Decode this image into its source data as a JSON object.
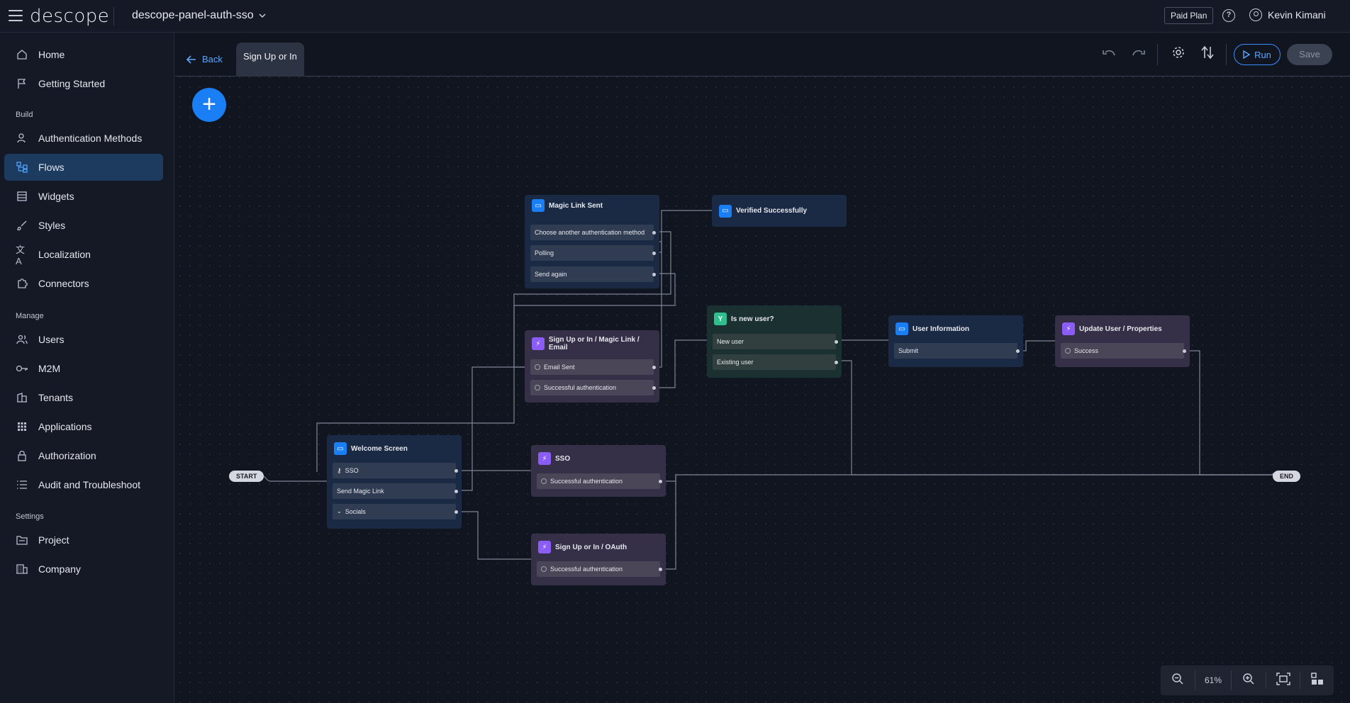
{
  "header": {
    "logo_text": "descope",
    "project_name": "descope-panel-auth-sso",
    "plan_badge": "Paid Plan",
    "user_name": "Kevin Kimani"
  },
  "sidebar": {
    "items_top": [
      {
        "label": "Home",
        "icon": "home-icon"
      },
      {
        "label": "Getting Started",
        "icon": "flag-icon"
      }
    ],
    "section_build": "Build",
    "items_build": [
      {
        "label": "Authentication Methods",
        "icon": "user-key-icon"
      },
      {
        "label": "Flows",
        "icon": "flows-icon",
        "active": true
      },
      {
        "label": "Widgets",
        "icon": "widgets-icon"
      },
      {
        "label": "Styles",
        "icon": "brush-icon"
      },
      {
        "label": "Localization",
        "icon": "translate-icon"
      },
      {
        "label": "Connectors",
        "icon": "puzzle-icon"
      }
    ],
    "section_manage": "Manage",
    "items_manage": [
      {
        "label": "Users",
        "icon": "users-icon"
      },
      {
        "label": "M2M",
        "icon": "key-icon"
      },
      {
        "label": "Tenants",
        "icon": "building-icon"
      },
      {
        "label": "Applications",
        "icon": "grid-icon"
      },
      {
        "label": "Authorization",
        "icon": "lock-icon"
      },
      {
        "label": "Audit and Troubleshoot",
        "icon": "list-icon"
      }
    ],
    "section_settings": "Settings",
    "items_settings": [
      {
        "label": "Project",
        "icon": "folder-icon"
      },
      {
        "label": "Company",
        "icon": "company-icon"
      }
    ]
  },
  "toolbar": {
    "back_label": "Back",
    "tab_label": "Sign Up or In",
    "run_label": "Run",
    "save_label": "Save"
  },
  "canvas": {
    "start_label": "START",
    "end_label": "END",
    "nodes": {
      "magic_link_sent": {
        "title": "Magic Link Sent",
        "rows": [
          "Choose another authentication method",
          "Polling",
          "Send again"
        ]
      },
      "verified": {
        "title": "Verified Successfully"
      },
      "sign_magic": {
        "title": "Sign Up or In / Magic Link / Email",
        "rows": [
          "Email Sent",
          "Successful authentication"
        ]
      },
      "is_new_user": {
        "title": "Is new user?",
        "rows": [
          "New user",
          "Existing user"
        ]
      },
      "user_info": {
        "title": "User Information",
        "rows": [
          "Submit"
        ]
      },
      "update_user": {
        "title": "Update User / Properties",
        "rows": [
          "Success"
        ]
      },
      "welcome": {
        "title": "Welcome Screen",
        "rows": [
          "SSO",
          "Send Magic Link",
          "Socials"
        ]
      },
      "sso": {
        "title": "SSO",
        "rows": [
          "Successful authentication"
        ]
      },
      "oauth": {
        "title": "Sign Up or In / OAuth",
        "rows": [
          "Successful authentication"
        ]
      }
    }
  },
  "zoom": {
    "level": "61%"
  }
}
